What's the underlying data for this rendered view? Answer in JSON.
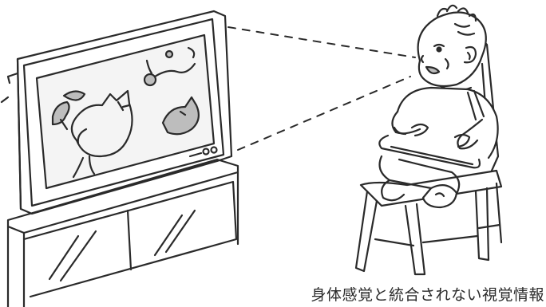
{
  "caption": "身体感覚と統合されない視覚情報",
  "colors": {
    "ink": "#2a2a2a",
    "shade": "#bdbdbd",
    "screen_fill": "#f4f4f4",
    "background": "#ffffff"
  },
  "icons": {
    "television": "tv-illustration",
    "baby": "baby-illustration",
    "chair": "high-chair-illustration"
  }
}
